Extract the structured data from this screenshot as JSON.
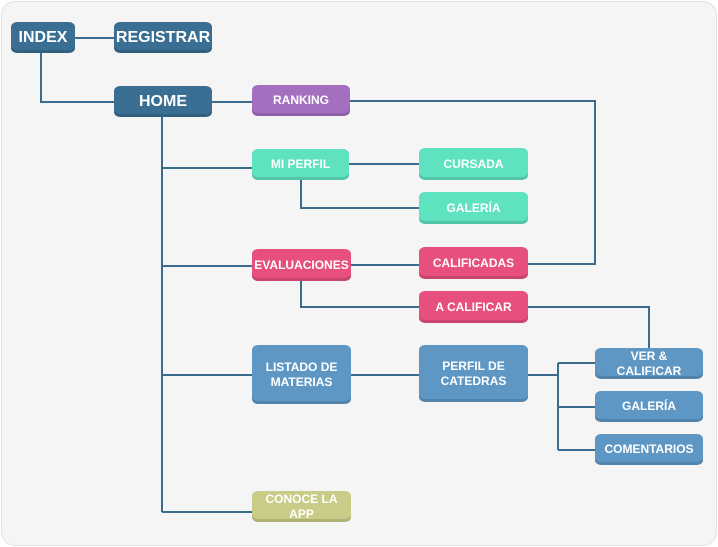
{
  "nodes": {
    "index": "INDEX",
    "registrar": "REGISTRAR",
    "home": "HOME",
    "ranking": "RANKING",
    "mi_perfil": "MI PERFIL",
    "cursada": "CURSADA",
    "galeria_perfil": "GALERÍA",
    "evaluaciones": "EVALUACIONES",
    "calificadas": "CALIFICADAS",
    "a_calificar": "A CALIFICAR",
    "listado_materias": "LISTADO DE MATERIAS",
    "perfil_catedras": "PERFIL DE CATEDRAS",
    "ver_calificar": "VER & CALIFICAR",
    "galeria_catedra": "GALERÍA",
    "comentarios": "COMENTARIOS",
    "conoce_app": "CONOCE LA APP"
  },
  "colors": {
    "navy": "#3a6f93",
    "purple": "#a56fbf",
    "teal": "#5fe2c0",
    "pink": "#e64f7e",
    "light_blue": "#5f97c4",
    "olive": "#c9cc86",
    "connector": "#3b6c8d"
  }
}
